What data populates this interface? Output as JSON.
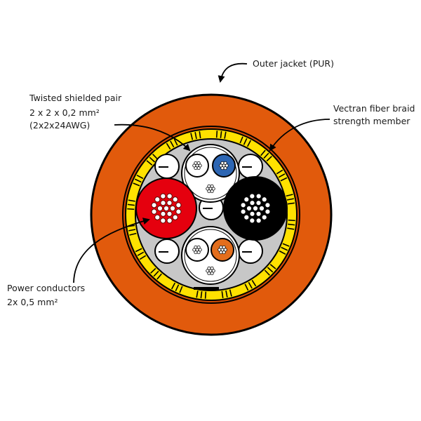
{
  "labels": {
    "outer_jacket": "Outer jacket (PUR)",
    "twisted_pair_title": "Twisted shielded pair",
    "twisted_pair_spec1": "2 x 2 x 0,2 mm²",
    "twisted_pair_spec2": "(2x2x24AWG)",
    "vectran_line1": "Vectran fiber braid",
    "vectran_line2": "strength member",
    "power_title": "Power conductors",
    "power_spec": "2x 0,5 mm²"
  },
  "colors": {
    "jacket": "#e15a0c",
    "braid": "#ffe100",
    "filler": "#c7c7c7",
    "red_core": "#e5000e",
    "black_core": "#000000",
    "blue_wire": "#2d66b3",
    "orange_wire": "#e36e1d",
    "outline": "#000000"
  }
}
